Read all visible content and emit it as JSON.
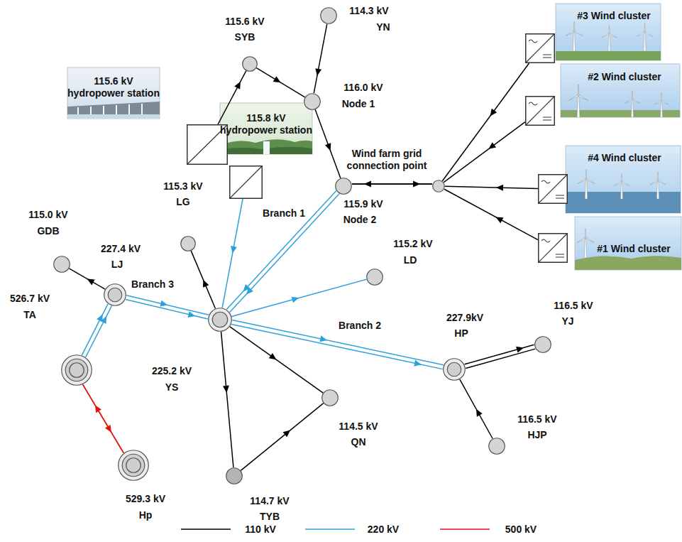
{
  "diagram": {
    "nodes": [
      {
        "text": [
          "114.3 kV",
          "YN"
        ]
      },
      {
        "text": [
          "#3 Wind cluster"
        ]
      },
      {
        "text": [
          "115.6 kV",
          "SYB"
        ]
      },
      {
        "text": [
          "115.6 kV hydropower station"
        ]
      },
      {
        "text": [
          "116.0 kV",
          "Node 1"
        ]
      },
      {
        "text": [
          "#2 Wind cluster"
        ]
      },
      {
        "text": [
          "Wind farm grid connection point"
        ]
      },
      {
        "text": [
          "115.9 kV",
          "Node 2"
        ]
      },
      {
        "text": [
          "115.8 kV hydropower station"
        ]
      },
      {
        "text": [
          "#4 Wind cluster"
        ]
      },
      {
        "text": [
          "115.3 kV",
          "LG"
        ]
      },
      {
        "text": [
          "115.0 kV",
          "GDB"
        ]
      },
      {
        "text": [
          "227.4 kV",
          "LJ"
        ]
      },
      {
        "text": [
          "#1 Wind cluster"
        ]
      },
      {
        "text": [
          "115.2 kV",
          "LD"
        ]
      },
      {
        "text": [
          "526.7 kV",
          "TA"
        ]
      },
      {
        "text": [
          "225.2 kV",
          "YS"
        ]
      },
      {
        "text": [
          "227.9kV",
          "HP"
        ]
      },
      {
        "text": [
          "116.5 kV",
          "YJ"
        ]
      },
      {
        "text": [
          "114.5 kV",
          "QN"
        ]
      },
      {
        "text": [
          "116.5 kV",
          "HJP"
        ]
      },
      {
        "text": [
          "529.3 kV",
          "Hp"
        ]
      },
      {
        "text": [
          "114.7 kV",
          "TYB"
        ]
      }
    ],
    "edges": [
      {
        "from": 0,
        "to": 4,
        "arrow": "to"
      },
      {
        "from": 3,
        "to": 2,
        "arrow": "to"
      },
      {
        "from": 2,
        "to": 4,
        "arrow": "to"
      },
      {
        "from": 4,
        "to": 7,
        "arrow": "to"
      },
      {
        "from": 7,
        "to": 6,
        "arrow": "to"
      },
      {
        "from": 6,
        "to": 7,
        "arrow": "to"
      },
      {
        "from": 1,
        "to": 6,
        "arrow": "to"
      },
      {
        "from": 5,
        "to": 6,
        "arrow": "to"
      },
      {
        "from": 9,
        "to": 6,
        "arrow": "to"
      },
      {
        "from": 13,
        "to": 6,
        "arrow": "to"
      },
      {
        "from": 7,
        "to": 16,
        "label": "Branch 1",
        "arrow": "to"
      },
      {
        "from": 7,
        "to": 16,
        "arrow": "to"
      },
      {
        "from": 8,
        "to": 16,
        "arrow": "to"
      },
      {
        "from": 16,
        "to": 10,
        "arrow": "to"
      },
      {
        "from": 16,
        "to": 14,
        "arrow": "to"
      },
      {
        "from": 16,
        "to": 17,
        "label": "Branch 2",
        "arrow": "to"
      },
      {
        "from": 16,
        "to": 17,
        "arrow": "to"
      },
      {
        "from": 12,
        "to": 16,
        "label": "Branch 3",
        "arrow": "to"
      },
      {
        "from": 12,
        "to": 16,
        "arrow": "to"
      },
      {
        "from": 15,
        "to": 12,
        "arrow": "to"
      },
      {
        "from": 15,
        "to": 12,
        "arrow": "to"
      },
      {
        "from": 12,
        "to": 11,
        "arrow": "to"
      },
      {
        "from": 21,
        "to": 15,
        "arrow": "to"
      },
      {
        "from": 15,
        "to": 21,
        "arrow": "to"
      },
      {
        "from": 16,
        "to": 22,
        "arrow": "to"
      },
      {
        "from": 16,
        "to": 19,
        "arrow": "to"
      },
      {
        "from": 22,
        "to": 19,
        "arrow": "to"
      },
      {
        "from": 17,
        "to": 18,
        "arrow": "to"
      },
      {
        "from": 17,
        "to": 18,
        "arrow": "none"
      },
      {
        "from": 20,
        "to": 17,
        "arrow": "to"
      }
    ],
    "legend": [
      {
        "text": "110 kV"
      },
      {
        "text": "220 kV"
      },
      {
        "text": "500 kV"
      }
    ]
  }
}
